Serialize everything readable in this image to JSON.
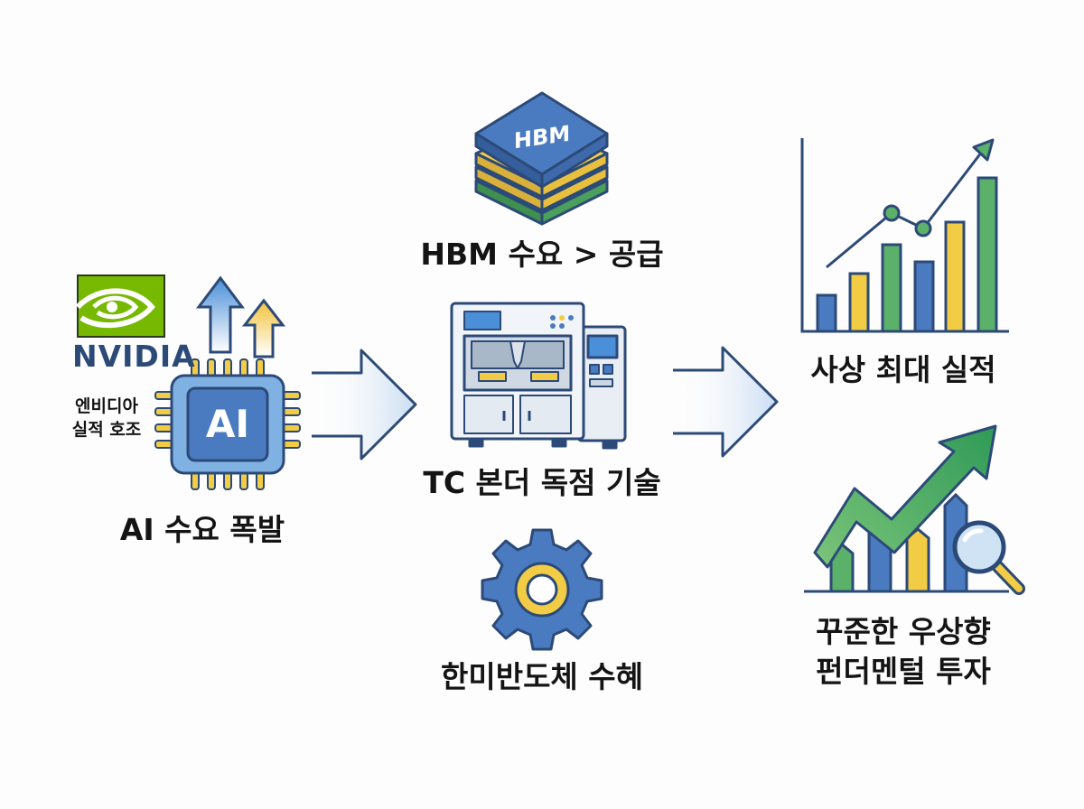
{
  "left": {
    "brand_text": "NVIDIA",
    "chip_text": "AI",
    "side_text_line1": "엔비디아",
    "side_text_line2": "실적 호조",
    "caption": "AI 수요 폭발"
  },
  "middle": {
    "hbm_chip_text": "HBM",
    "hbm_caption": "HBM 수요 > 공급",
    "machine_caption": "TC 본더 독점 기술",
    "gear_caption": "한미반도체 수혜"
  },
  "right": {
    "top_caption": "사상 최대 실적",
    "bottom_caption_line1": "꾸준한 우상향",
    "bottom_caption_line2": "펀더멘털 투자"
  },
  "colors": {
    "blue": "#4a7bc0",
    "dark_blue": "#2c4a78",
    "green": "#5bb06a",
    "yellow": "#f2cc45",
    "nvidia_green": "#76b900"
  }
}
